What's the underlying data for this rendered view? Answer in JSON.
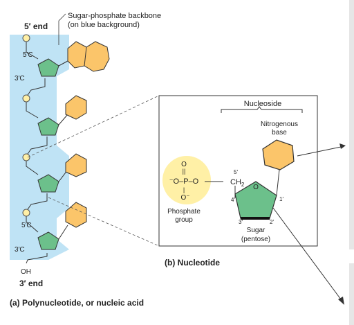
{
  "labels": {
    "five_prime_end": "5′ end",
    "backbone_line1": "Sugar-phosphate backbone",
    "backbone_line2": "(on blue background)",
    "c5_upper": "5′C",
    "c3_upper": "3′C",
    "c5_lower": "5′C",
    "c3_lower": "3′C",
    "oh": "OH",
    "three_prime_end": "3′ end",
    "caption_a": "(a) Polynucleotide, or nucleic acid",
    "caption_b": "(b) Nucleotide",
    "nucleoside": "Nucleoside",
    "nitrogenous_line1": "Nitrogenous",
    "nitrogenous_line2": "base",
    "phosphate_line1": "Phosphate",
    "phosphate_line2": "group",
    "sugar_line1": "Sugar",
    "sugar_line2": "(pentose)",
    "p_top_o": "O",
    "p_top_bond": "||",
    "p_chain": "⁻O–P–O",
    "p_bottom_bar": "|",
    "p_bottom_o": "O⁻",
    "ch2": "CH",
    "ch2_sub": "2",
    "c5_prime": "5′",
    "c4_prime": "4′",
    "c3_prime": "3′",
    "c2_prime": "2′",
    "c1_prime": "1′",
    "ring_o": "O"
  },
  "colors": {
    "backbone_blue": "#bfe3f5",
    "sugar_green": "#6cc08b",
    "base_orange": "#fbc56a",
    "phosphate_yellow": "#fff0a6",
    "line": "#333333"
  }
}
